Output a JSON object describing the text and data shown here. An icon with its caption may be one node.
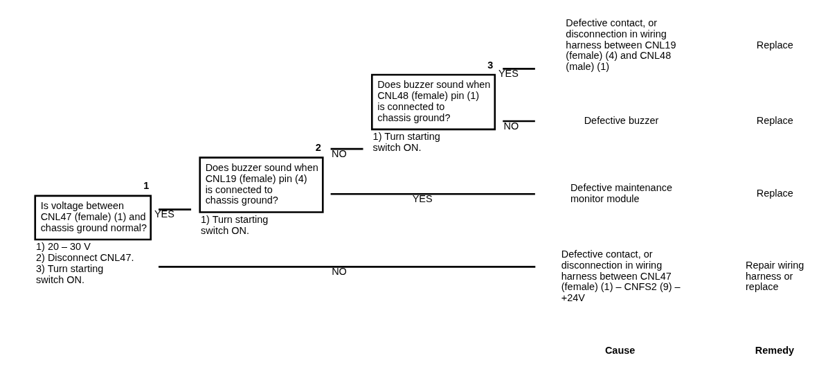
{
  "diagram": {
    "nodes": [
      {
        "text": [
          "Is voltage between CNL47 (female) (1) and chassis ground normal?"
        ],
        "beside": [
          "1",
          "1) 20 – 30 V",
          "2) Disconnect CNL47.",
          "3) Turn starting switch ON."
        ]
      },
      {
        "text": [
          "Does buzzer sound when CNL19 (female) pin (4) is connected to chassis ground?"
        ],
        "beside": [
          "2",
          "1) Turn starting switch ON."
        ]
      },
      {
        "text": [
          "Does buzzer sound when CNL48 (female) pin (1) is connected to chassis ground?"
        ],
        "beside": [
          "3",
          "1) Turn starting switch ON."
        ]
      },
      {
        "text": [
          "Defective maintenance monitor module"
        ]
      },
      {
        "text": [
          "Defective contact, or disconnection in wiring harness between CNL19 (female) (4) and CNL48 (male) (1)"
        ]
      },
      {
        "text": [
          "Defective buzzer"
        ]
      },
      {
        "text": [
          "Defective contact, or disconnection in wiring harness between CNL47 (female) (1) – CNFS2 (9) – +24V"
        ]
      }
    ],
    "edges": [
      {
        "from": 0,
        "to": 1,
        "arrow": "none",
        "label": "YES"
      },
      {
        "from": 0,
        "to": 6,
        "arrow": "none",
        "label": "NO"
      },
      {
        "from": 1,
        "to": 3,
        "arrow": "none",
        "label": "YES"
      },
      {
        "from": 1,
        "to": 2,
        "arrow": "none",
        "label": "NO"
      },
      {
        "from": 2,
        "to": 4,
        "arrow": "none",
        "label": "YES"
      },
      {
        "from": 2,
        "to": 5,
        "arrow": "none",
        "label": "NO"
      }
    ],
    "labels": [
      "Cause",
      "Remedy",
      "Replace",
      "Replace",
      "Replace",
      "Repair wiring harness or replace"
    ]
  }
}
